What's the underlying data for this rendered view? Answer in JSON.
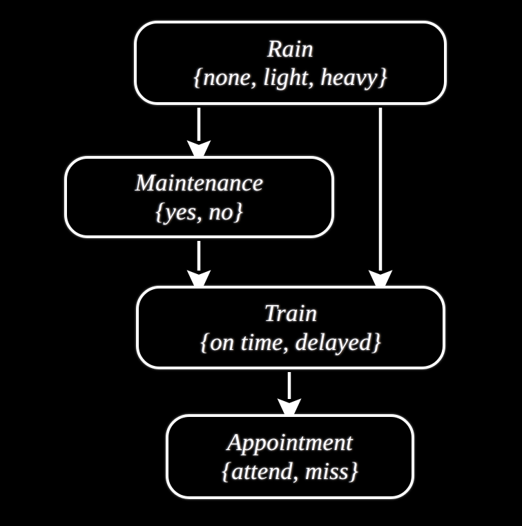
{
  "diagram": {
    "type": "bayesian-network",
    "background_color": "#000000",
    "node_color": "#ffffff",
    "edge_color": "#ffffff",
    "nodes": [
      {
        "id": "rain",
        "title": "Rain",
        "states": "{none, light, heavy}"
      },
      {
        "id": "maintenance",
        "title": "Maintenance",
        "states": "{yes, no}"
      },
      {
        "id": "train",
        "title": "Train",
        "states": "{on time, delayed}"
      },
      {
        "id": "appointment",
        "title": "Appointment",
        "states": "{attend, miss}"
      }
    ],
    "edges": [
      {
        "id": "rain-to-maintenance",
        "from": "Rain",
        "to": "Maintenance"
      },
      {
        "id": "rain-to-train",
        "from": "Rain",
        "to": "Train"
      },
      {
        "id": "maintenance-to-train",
        "from": "Maintenance",
        "to": "Train"
      },
      {
        "id": "train-to-appointment",
        "from": "Train",
        "to": "Appointment"
      }
    ]
  }
}
